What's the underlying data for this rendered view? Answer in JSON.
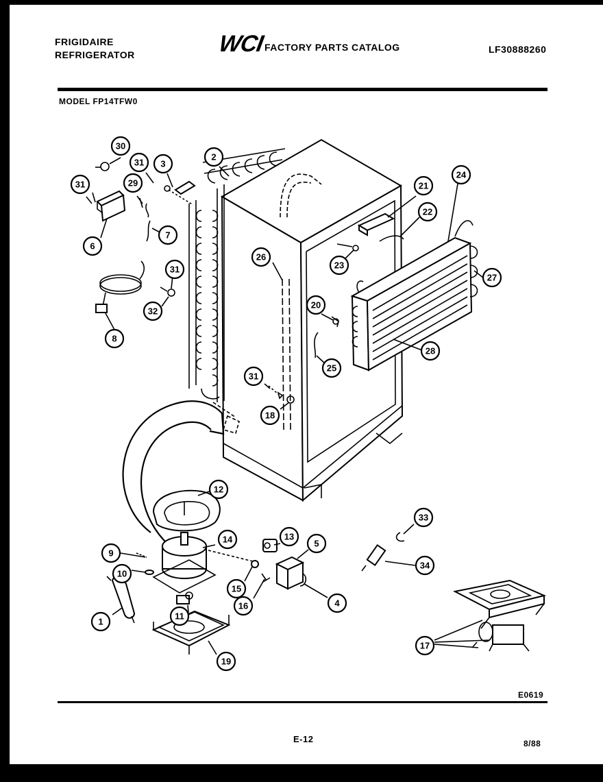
{
  "header": {
    "brand_line1": "FRIGIDAIRE",
    "brand_line2": "REFRIGERATOR",
    "logo_text": "WCI",
    "catalog_title": "FACTORY PARTS CATALOG",
    "catalog_number": "LF30888260",
    "model": "MODEL FP14TFW0"
  },
  "footer": {
    "drawing_code": "E0619",
    "page": "E-12",
    "date": "8/88"
  },
  "callouts": [
    "1",
    "2",
    "3",
    "4",
    "5",
    "6",
    "7",
    "8",
    "9",
    "10",
    "11",
    "12",
    "13",
    "14",
    "15",
    "16",
    "17",
    "18",
    "19",
    "20",
    "21",
    "22",
    "23",
    "24",
    "25",
    "26",
    "27",
    "28",
    "29",
    "30",
    "31",
    "32",
    "33",
    "34"
  ]
}
